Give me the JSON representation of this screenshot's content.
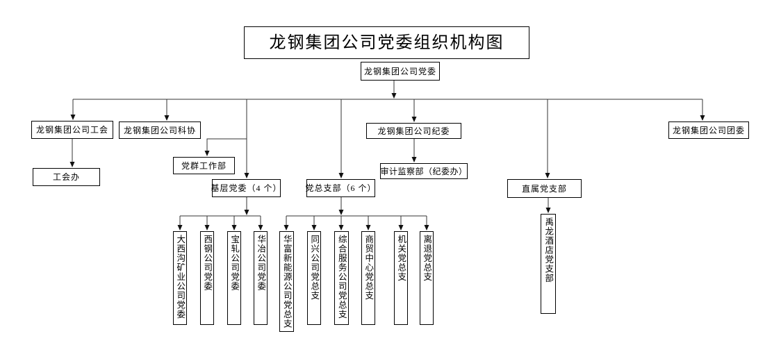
{
  "title": "龙钢集团公司党委组织机构图",
  "root": {
    "label": "龙钢集团公司党委"
  },
  "level1": {
    "union": {
      "label": "龙钢集团公司工会"
    },
    "science_assoc": {
      "label": "龙钢集团公司科协"
    },
    "grassroots_committees": {
      "label": "基层党委（4 个）"
    },
    "general_party_branches": {
      "label": "党总支部（6 个）"
    },
    "discipline_committee": {
      "label": "龙钢集团公司纪委"
    },
    "direct_party_branch": {
      "label": "直属党支部"
    },
    "youth_league": {
      "label": "龙钢集团公司团委"
    }
  },
  "level2": {
    "union_office": {
      "label": "工会办"
    },
    "party_mass_work_dept": {
      "label": "党群工作部"
    },
    "audit_supervision_dept": {
      "label": "审计监察部（纪委办）"
    }
  },
  "grassroots_committee_members": [
    "大西沟矿业公司党委",
    "西钢公司党委",
    "宝轧公司党委",
    "华冶公司党委"
  ],
  "general_branch_members": [
    "华富新能源公司党总支",
    "同兴公司党总支",
    "综合服务公司党总支",
    "商贸中心党总支",
    "机关党总支",
    "离退党总支"
  ],
  "direct_branch_members": [
    "禹龙酒店党支部"
  ],
  "colors": {
    "line": "#333333",
    "arrow": "#111111",
    "box_border": "#000000",
    "background": "#ffffff",
    "text": "#000000"
  }
}
